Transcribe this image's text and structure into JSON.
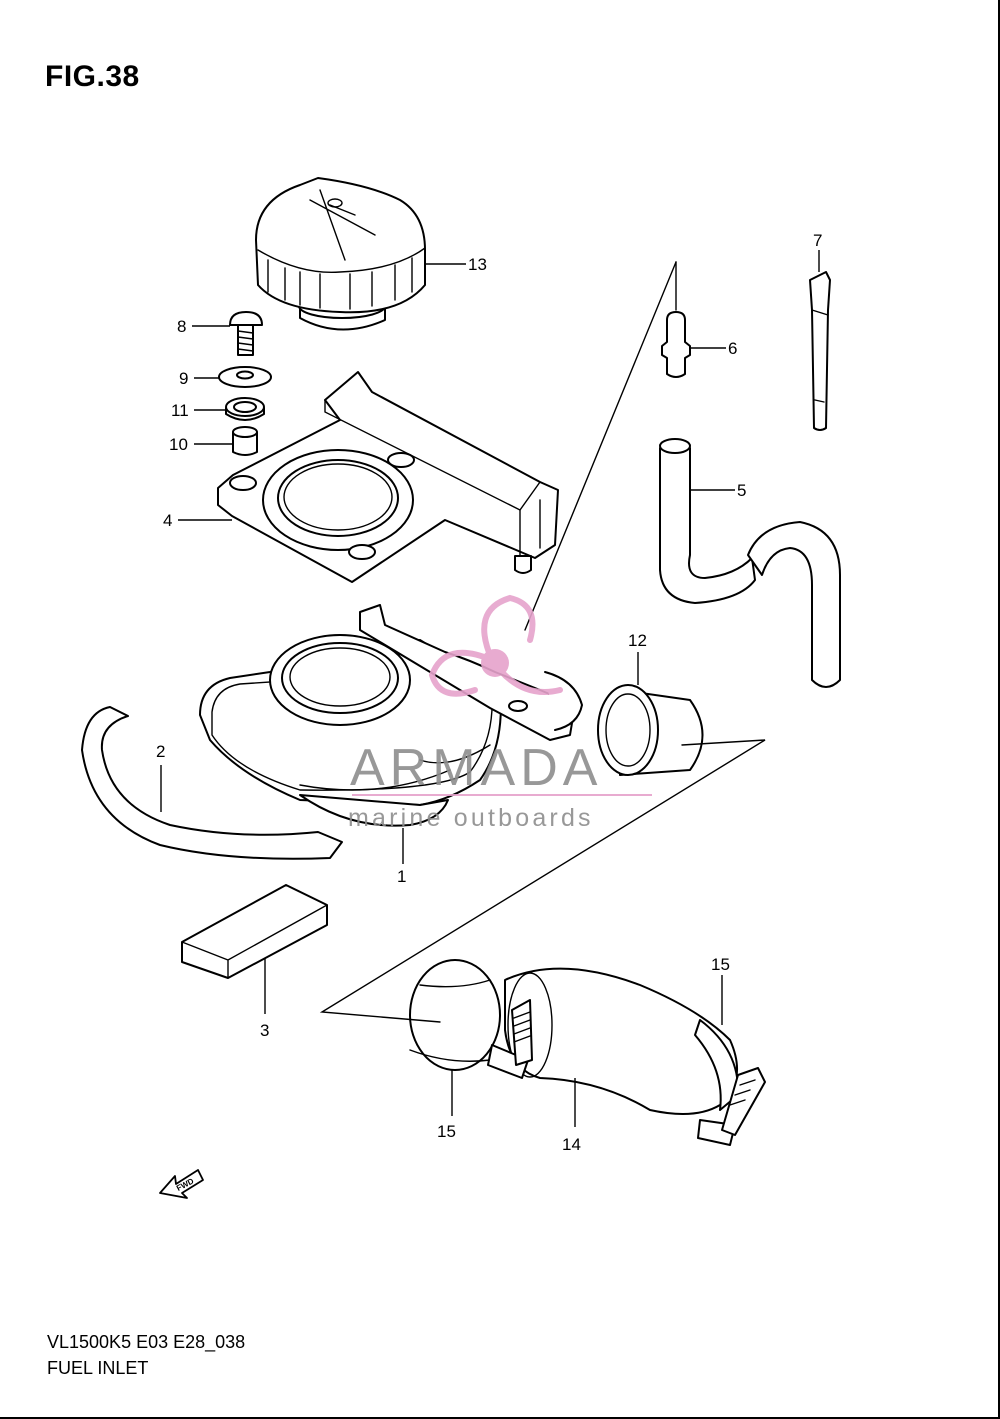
{
  "figure": {
    "title": "FIG.38",
    "model_code": "VL1500K5 E03 E28_038",
    "section_title": "FUEL INLET"
  },
  "watermark": {
    "brand": "ARMADA",
    "tagline": "marine outboards",
    "brand_color": "#8d8d8d",
    "logo_color": "#e6a3cc"
  },
  "callouts": {
    "c1": "1",
    "c2": "2",
    "c3": "3",
    "c4": "4",
    "c5": "5",
    "c6": "6",
    "c7": "7",
    "c8": "8",
    "c9": "9",
    "c10": "10",
    "c11": "11",
    "c12": "12",
    "c13": "13",
    "c14": "14",
    "c15a": "15",
    "c15b": "15"
  },
  "fwd_label": "FWD"
}
